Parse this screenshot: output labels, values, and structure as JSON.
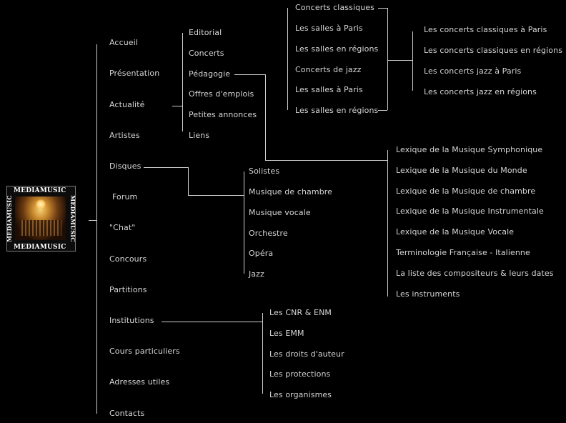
{
  "logo": {
    "text": "MEDIAMUSIC"
  },
  "main_menu": [
    "Accueil",
    "Présentation",
    "Actualité",
    "Artistes",
    "Disques",
    "Forum",
    "\"Chat\"",
    "Concours",
    "Partitions",
    "Institutions",
    "Cours particuliers",
    "Adresses utiles",
    "Contacts"
  ],
  "actualite_menu": [
    "Editorial",
    "Concerts",
    "Pédagogie",
    "Offres d'emplois",
    "Petites annonces",
    "Liens"
  ],
  "concerts_menu": [
    "Concerts classiques",
    "Les salles à Paris",
    "Les salles en régions",
    "Concerts de jazz",
    "Les salles à Paris",
    "Les salles en régions"
  ],
  "concerts_sub": [
    "Les concerts classiques à Paris",
    "Les concerts classiques en régions",
    "Les concerts jazz à Paris",
    "Les concerts jazz en régions"
  ],
  "pedagogie_menu": [
    "Lexique de la Musique Symphonique",
    "Lexique de la Musique du Monde",
    "Lexique de la Musique de chambre",
    "Lexique de la Musique Instrumentale",
    "Lexique de la Musique Vocale",
    "Terminologie Française - Italienne",
    "La liste des compositeurs & leurs dates",
    "Les instruments"
  ],
  "disques_menu": [
    "Solistes",
    "Musique de chambre",
    "Musique vocale",
    "Orchestre",
    "Opéra",
    "Jazz"
  ],
  "institutions_menu": [
    "Les CNR & ENM",
    "Les EMM",
    "Les droits d'auteur",
    "Les protections",
    "Les organismes"
  ]
}
